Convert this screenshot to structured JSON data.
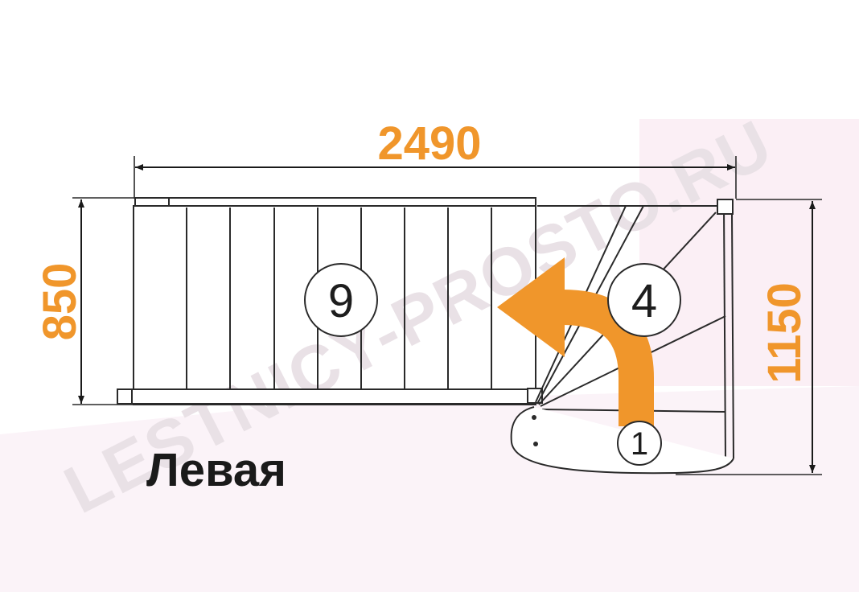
{
  "diagram": {
    "dimensions": {
      "total_length": "2490",
      "left_width": "850",
      "right_width": "1150"
    },
    "step_counts": {
      "straight_flight": "9",
      "winder_turn": "4",
      "bottom": "1"
    },
    "direction_label": "Левая",
    "watermark": "LESTNICY-PROSTO.RU",
    "colors": {
      "accent": "#f0962b",
      "line": "#2a2a2a",
      "background_tint": "#fbf2f7"
    }
  }
}
